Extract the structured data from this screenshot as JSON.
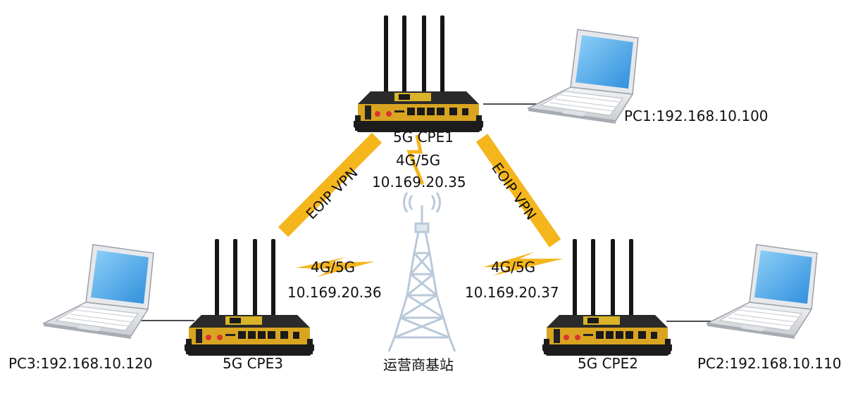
{
  "routers": {
    "cpe1": {
      "name": "5G CPE1",
      "net": "4G/5G",
      "ip": "10.169.20.35"
    },
    "cpe2": {
      "name": "5G CPE2",
      "net": "4G/5G",
      "ip": "10.169.20.37"
    },
    "cpe3": {
      "name": "5G CPE3",
      "net": "4G/5G",
      "ip": "10.169.20.36"
    }
  },
  "pcs": {
    "pc1": "PC1:192.168.10.100",
    "pc2": "PC2:192.168.10.110",
    "pc3": "PC3:192.168.10.120"
  },
  "tunnels": {
    "left": "EOIP VPN",
    "right": "EOIP VPN"
  },
  "base_station": "运营商基站",
  "colors": {
    "vpn": "#f5b51c",
    "router_body": "#1e1e1e",
    "router_panel": "#d9a520",
    "screen": "#4aa8e8"
  }
}
